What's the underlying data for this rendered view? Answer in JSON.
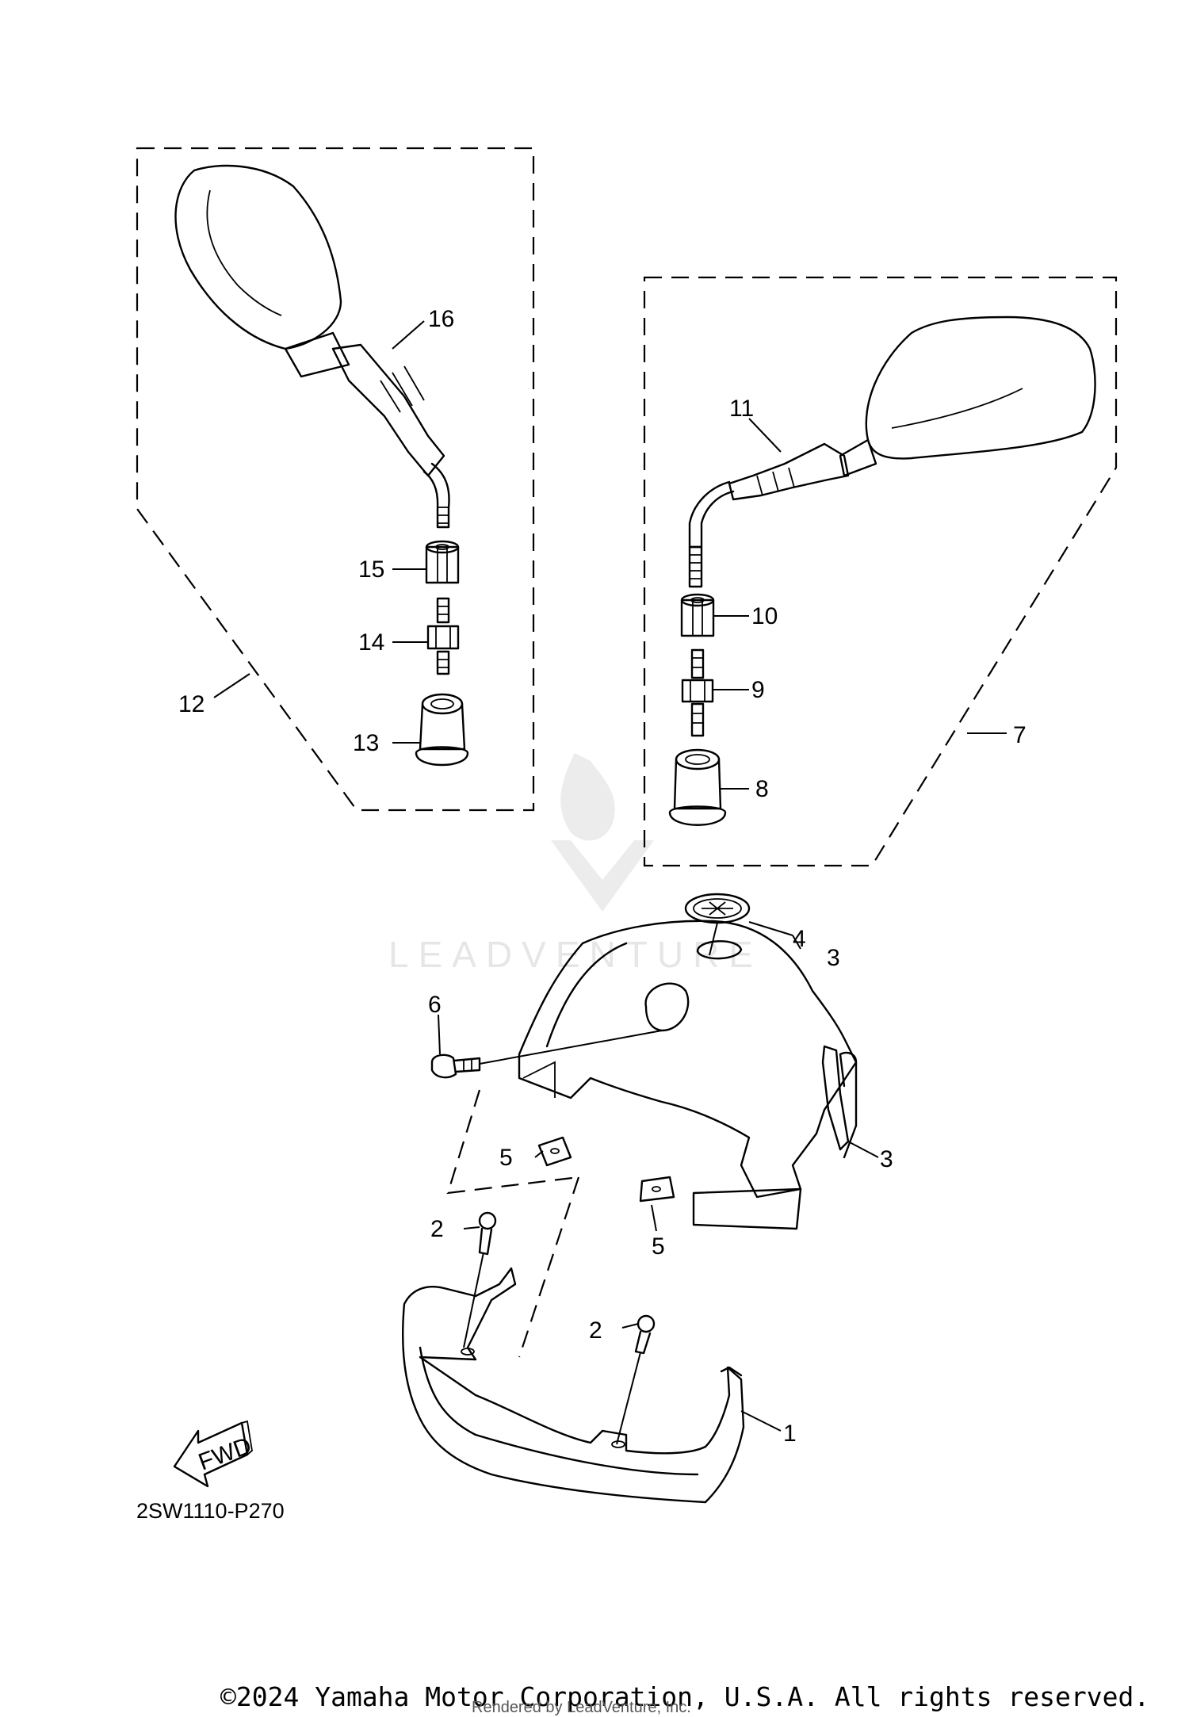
{
  "watermark": "LEADVENTURE",
  "diagram_code": "2SW1110-P270",
  "fwd_label": "FWD",
  "copyright": "©2024 Yamaha Motor Corporation, U.S.A. All rights reserved.",
  "rendered_by": "Rendered by LeadVenture, Inc.",
  "callouts": [
    "1",
    "2",
    "2",
    "3",
    "3",
    "4",
    "5",
    "5",
    "6",
    "7",
    "8",
    "9",
    "10",
    "11",
    "12",
    "13",
    "14",
    "15",
    "16"
  ]
}
